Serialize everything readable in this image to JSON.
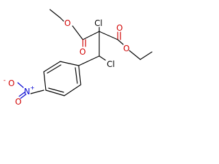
{
  "structure": {
    "atom_labels": {
      "cl_quaternary": "Cl",
      "cl_benzylic": "Cl",
      "o_ester_left_single": "O",
      "o_ester_left_double": "O",
      "o_ester_right_double": "O",
      "o_ester_right_single": "O",
      "n_nitro": "N",
      "n_plus": "+",
      "o_nitro_minus": "O",
      "o_minus": "-",
      "o_nitro_double": "O"
    },
    "colors": {
      "carbon": "#000000",
      "chlorine": "#000000",
      "oxygen": "#d00000",
      "nitrogen": "#0000d0"
    }
  }
}
